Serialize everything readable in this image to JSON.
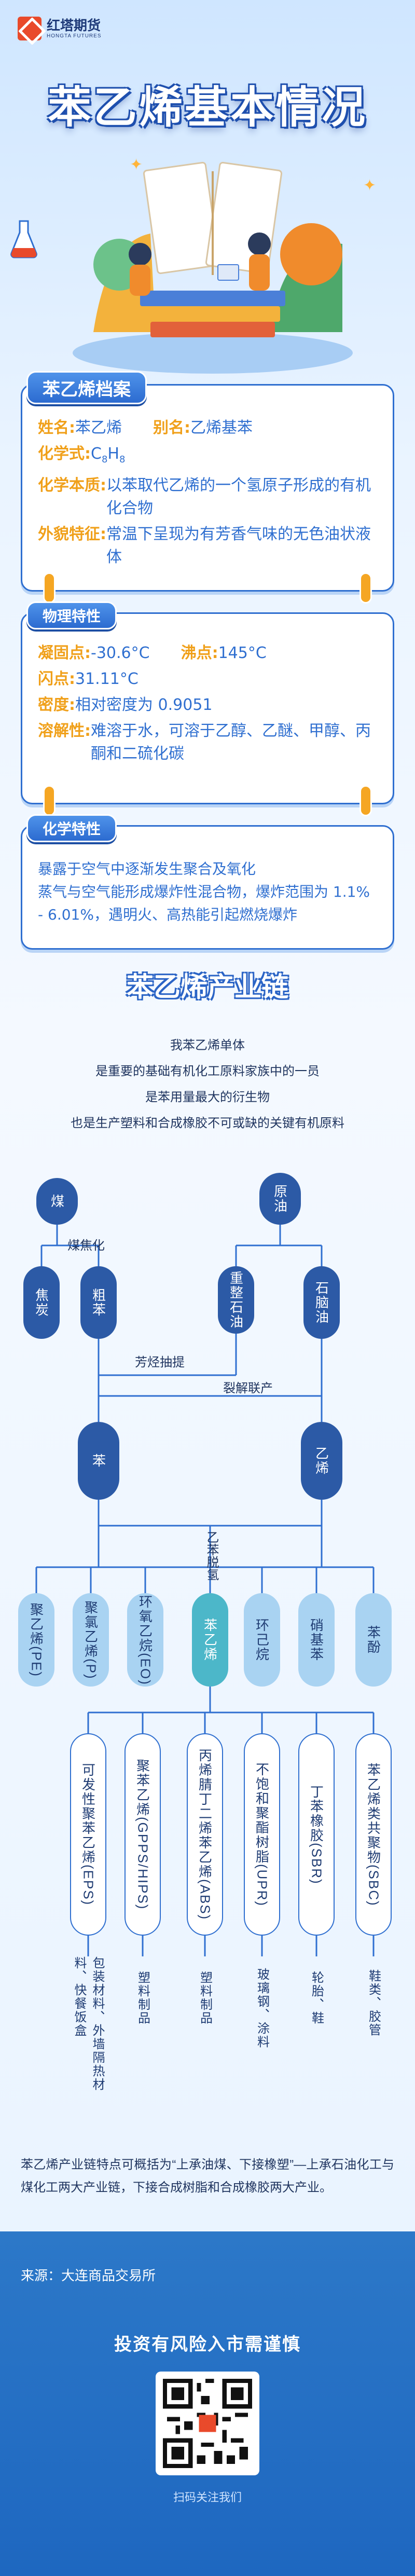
{
  "brand": {
    "cn": "红塔期货",
    "en": "HONGTA FUTURES"
  },
  "title": "苯乙烯基本情况",
  "profile": {
    "tab": "苯乙烯档案",
    "name_key": "姓名:",
    "name_val": "苯乙烯",
    "alias_key": "别名:",
    "alias_val": "乙烯基苯",
    "formula_key": "化学式:",
    "formula_c": "C",
    "formula_c_n": "8",
    "formula_h": "H",
    "formula_h_n": "8",
    "nature_key": "化学本质:",
    "nature_val": "以苯取代乙烯的一个氢原子形成的有机化合物",
    "look_key": "外貌特征:",
    "look_val": "常温下呈现为有芳香气味的无色油状液体"
  },
  "physical": {
    "tab": "物理特性",
    "freeze_key": "凝固点:",
    "freeze_val": "-30.6°C",
    "boil_key": "沸点:",
    "boil_val": "145°C",
    "flash_key": "闪点:",
    "flash_val": "31.11°C",
    "density_key": "密度:",
    "density_val": "相对密度为 0.9051",
    "solubility_key": "溶解性:",
    "solubility_val": "难溶于水，可溶于乙醇、乙醚、甲醇、丙酮和二硫化碳"
  },
  "chemical": {
    "tab": "化学特性",
    "line1": "暴露于空气中逐渐发生聚合及氧化",
    "line2": "蒸气与空气能形成爆炸性混合物，爆炸范围为 1.1% - 6.01%，遇明火、高热能引起燃烧爆炸"
  },
  "chain": {
    "title": "苯乙烯产业链",
    "intro": [
      "我苯乙烯单体",
      "是重要的基础有机化工原料家族中的一员",
      "是苯用量最大的衍生物",
      "也是生产塑料和合成橡胶不可或缺的关键有机原料"
    ],
    "coal": "煤",
    "crude": "原油",
    "coking": "煤焦化",
    "coke": "焦炭",
    "crude_benzene": "粗苯",
    "heavy_naphtha": "重整石油",
    "naphtha": "石脑油",
    "aromatics": "芳烃抽提",
    "cracking": "裂解联产",
    "benzene": "苯",
    "ethylene": "乙烯",
    "dehydro": "乙苯脱氢",
    "level3": [
      "聚乙烯",
      "(PE)",
      "聚氯乙烯",
      "(P)",
      "环氧乙烷",
      "(EO)",
      "苯乙烯",
      "环己烷",
      "硝基苯",
      "苯酚"
    ],
    "products": [
      "可发性聚苯乙烯",
      "(EPS)",
      "聚苯乙烯",
      "(GPPS/HIPS)",
      "丙烯腈丁二烯苯乙烯",
      "(ABS)",
      "不饱和聚酯树脂",
      "(UPR)",
      "丁苯橡胶",
      "(SBR)",
      "苯乙烯类共聚物",
      "(SBC)"
    ],
    "uses": [
      "包装材料、外墙隔热材料、快餐饭盒",
      "塑料制品",
      "塑料制品",
      "玻璃钢、涂料",
      "轮胎、鞋",
      "鞋类、胶管"
    ],
    "summary": "苯乙烯产业链特点可概括为“上承油煤、下接橡塑”—上承石油化工与煤化工两大产业链，下接合成树脂和合成橡胶两大产业。"
  },
  "footer": {
    "source": "来源：大连商品交易所",
    "risk": "投资有风险入市需谨慎",
    "scan": "扫码关注我们"
  },
  "colors": {
    "primary": "#2f6fd0",
    "accent": "#f0a01a",
    "dark_node": "#2c5aa6",
    "light_node": "#a9d3f2",
    "teal_node": "#4cb7c9"
  }
}
